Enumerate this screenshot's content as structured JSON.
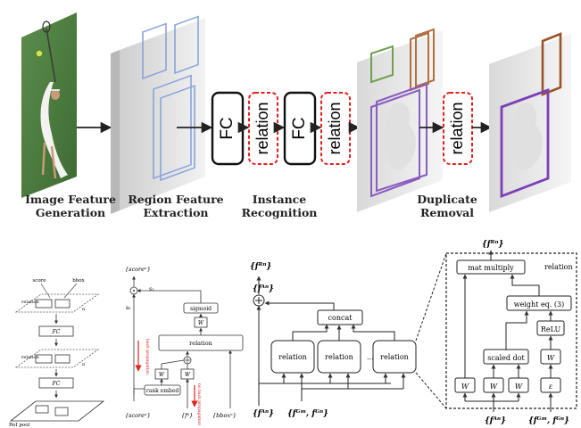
{
  "pipeline": {
    "fc_label": "FC",
    "relation_label": "relation",
    "stages": [
      {
        "line1": "Image Feature",
        "line2": "Generation"
      },
      {
        "line1": "Region Feature",
        "line2": "Extraction"
      },
      {
        "line1": "Instance",
        "line2": "Recognition"
      },
      {
        "line1": "Duplicate",
        "line2": "Removal"
      }
    ]
  },
  "stack": {
    "score": "score",
    "bbox": "bbox",
    "fc": "FC",
    "relation": "relation",
    "roi_pool": "RoI pool",
    "n1": "n",
    "n2": "n"
  },
  "dup": {
    "score_in": "{scoreⁿ}",
    "score_top": "{scoreⁿ}",
    "s0": "s₀",
    "s1": "s₁",
    "sigmoid": "sigmoid",
    "ws": "W",
    "relation": "relation",
    "wf": "W",
    "wr": "W",
    "rank_embed": "rank embed",
    "fn": "{fⁿ}",
    "bbox": "{bboxⁿ}",
    "backprop_left": "back propagation",
    "backprop_right": "no back propagation"
  },
  "module": {
    "fr_out": "{fᴿⁿ}",
    "fa_top": "{fᴬⁿ}",
    "fa_bottom": "{fᴬⁿ}",
    "fg_input": "{fᴳᵐ, fᴳⁿ}",
    "concat": "concat",
    "relation": "relation",
    "ellipsis": "..."
  },
  "detail": {
    "title": "relation",
    "mat_multiply": "mat multiply",
    "weight": "weight eq. (3)",
    "relu": "ReLU",
    "scaled_dot": "scaled dot",
    "wg": "W",
    "eg": "ε",
    "wv": "W",
    "wq": "W",
    "wk": "W",
    "fr_out": "{fᴿⁿ}",
    "fa_in": "{fᴬⁿ}",
    "fg_in": "{fᴳᵐ, fᴳⁿ}"
  }
}
